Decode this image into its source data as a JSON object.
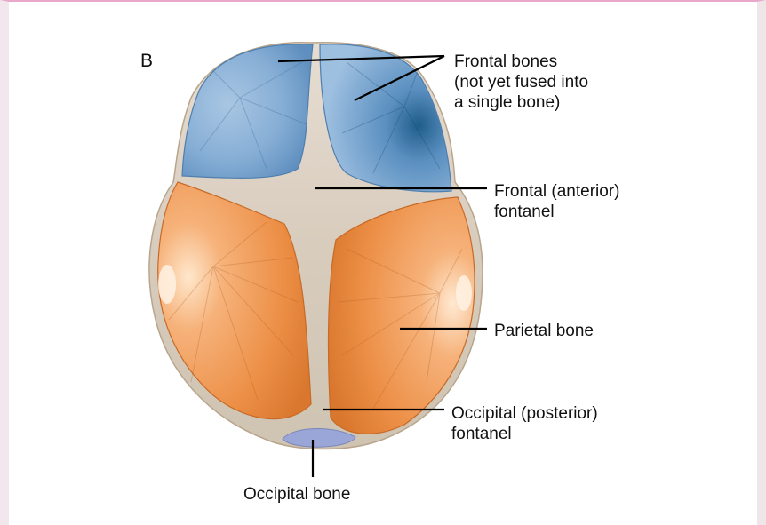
{
  "figure": {
    "panel_letter": "B",
    "labels": {
      "frontal_bones": [
        "Frontal bones",
        "(not yet fused into",
        "a single bone)"
      ],
      "frontal_fontanel": [
        "Frontal (anterior)",
        "fontanel"
      ],
      "parietal_bone": [
        "Parietal bone"
      ],
      "occipital_fontanel": [
        "Occipital (posterior)",
        "fontanel"
      ],
      "occipital_bone": [
        "Occipital bone"
      ]
    },
    "colors": {
      "frontal_bone": "#7ea6cf",
      "frontal_bone_dark": "#1e5f8c",
      "parietal_bone": "#ef9a52",
      "parietal_bone_dark": "#d97a35",
      "fontanel": "#e7dcd0",
      "occipital_bone": "#9aa6d8",
      "frame_accent": "#e9a7c9"
    }
  }
}
